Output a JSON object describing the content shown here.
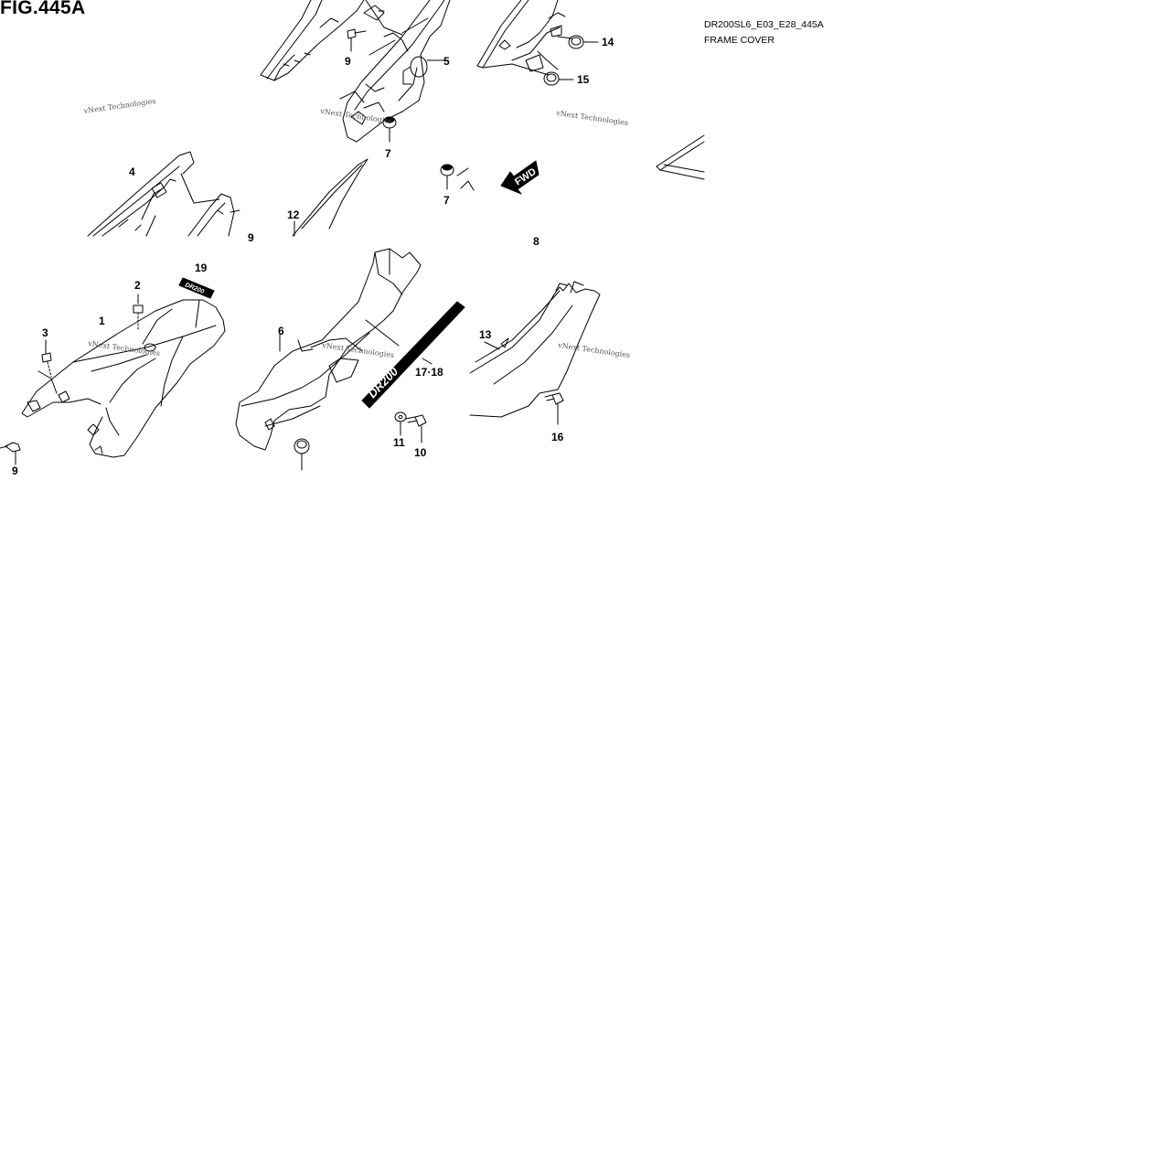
{
  "header": {
    "figure_title": "FIG.445A",
    "diagram_code": "DR200SL6_E03_E28_445A",
    "diagram_subtitle": "FRAME COVER"
  },
  "watermark": "vNext Technologies",
  "direction_arrow": "FWD",
  "decal_text": "DR200",
  "part_labels": {
    "p1": "1",
    "p2": "2",
    "p3": "3",
    "p4": "4",
    "p5": "5",
    "p6": "6",
    "p7a": "7",
    "p7b": "7",
    "p8": "8",
    "p9a": "9",
    "p9b": "9",
    "p9c": "9",
    "p10": "10",
    "p11": "11",
    "p12": "12",
    "p13": "13",
    "p14": "14",
    "p15": "15",
    "p16": "16",
    "p17_18": "17·18",
    "p19": "19"
  },
  "colors": {
    "line": "#000000",
    "background": "#ffffff",
    "watermark": "#555555"
  }
}
